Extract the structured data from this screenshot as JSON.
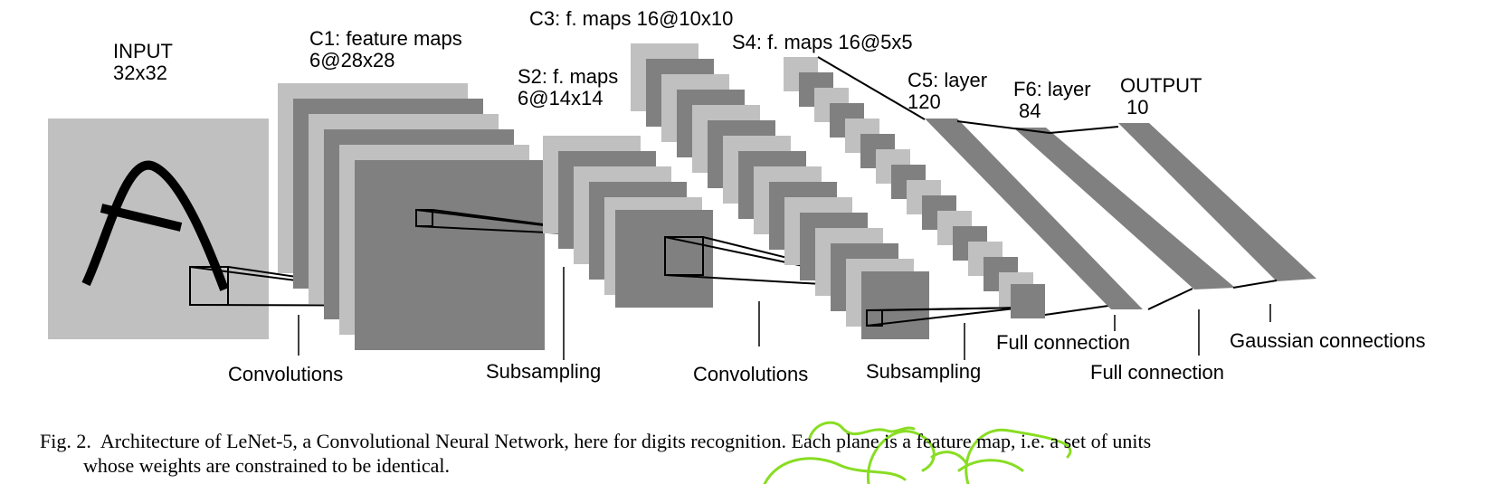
{
  "labels": {
    "input": [
      "INPUT",
      "32x32"
    ],
    "c1": [
      "C1: feature maps",
      "6@28x28"
    ],
    "s2": [
      "S2: f. maps",
      "6@14x14"
    ],
    "c3": "C3: f. maps 16@10x10",
    "s4": "S4: f. maps 16@5x5",
    "c5": [
      "C5: layer",
      "120"
    ],
    "f6": [
      "F6: layer",
      "84"
    ],
    "output": [
      "OUTPUT",
      "10"
    ]
  },
  "operations": [
    "Convolutions",
    "Subsampling",
    "Convolutions",
    "Subsampling",
    "Full connection",
    "Full connection",
    "Gaussian connections"
  ],
  "caption": {
    "fig": "Fig. 2.",
    "text1": "Architecture of LeNet-5, a Convolutional Neural Network, here for digits recognition. Each plane is a feature map, i.e. a set of units",
    "text2": "whose weights are constrained to be identical."
  },
  "colors": {
    "light": "#c0c0c0",
    "dark": "#808080",
    "stroke": "#000000",
    "scribble": "#88dd22"
  }
}
